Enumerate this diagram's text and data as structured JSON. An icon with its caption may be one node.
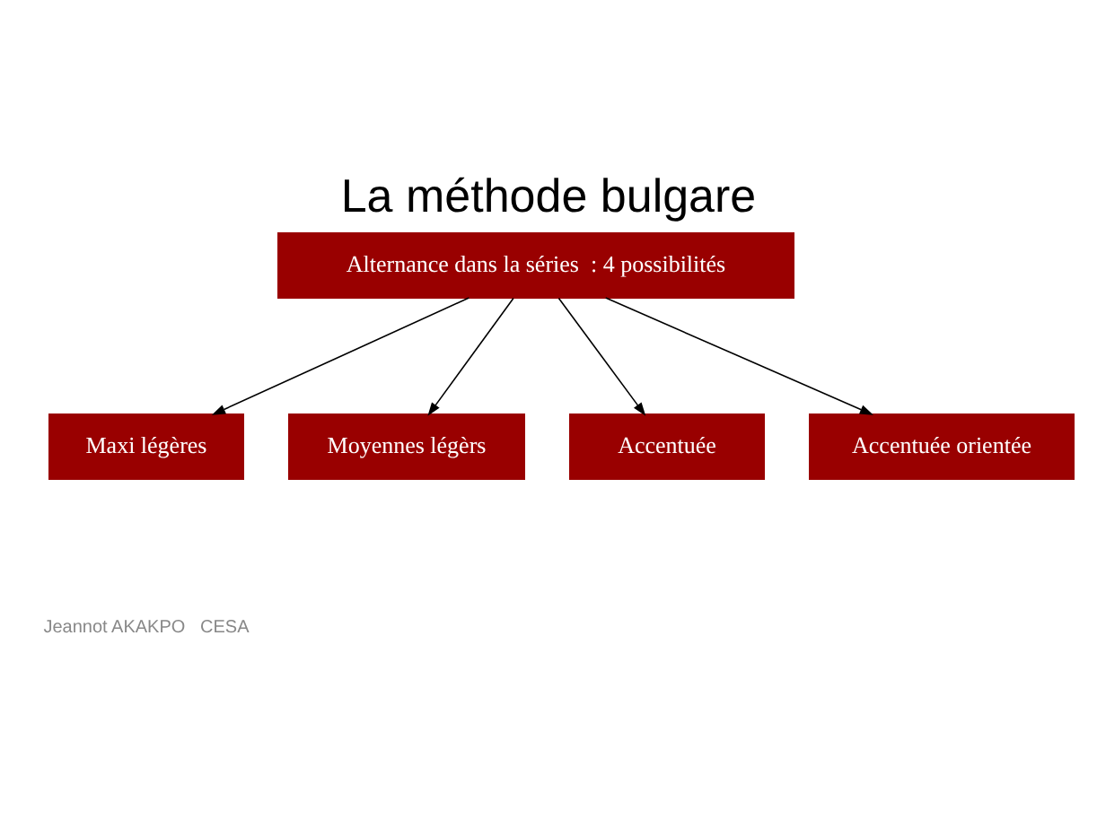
{
  "diagram": {
    "title": "La méthode bulgare",
    "nodes": [
      {
        "text": [
          "Alternance dans la séries  : 4 possibilités"
        ]
      },
      {
        "text": [
          "Maxi légères"
        ]
      },
      {
        "text": [
          "Moyennes légèrs"
        ]
      },
      {
        "text": [
          "Accentuée"
        ]
      },
      {
        "text": [
          "Accentuée orientée"
        ]
      }
    ],
    "edges": [
      {
        "from": 0,
        "to": 1,
        "arrow": "to"
      },
      {
        "from": 0,
        "to": 2,
        "arrow": "to"
      },
      {
        "from": 0,
        "to": 3,
        "arrow": "to"
      },
      {
        "from": 0,
        "to": 4,
        "arrow": "to"
      }
    ],
    "labels": [
      "Jeannot AKAKPO   CESA"
    ]
  }
}
